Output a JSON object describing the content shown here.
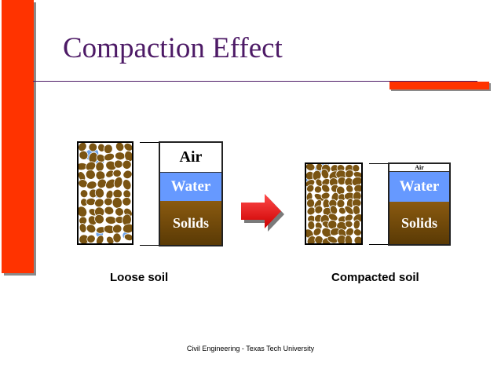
{
  "slide": {
    "title": "Compaction Effect",
    "footer": "Civil Engineering - Texas Tech University"
  },
  "loose": {
    "caption": "Loose soil",
    "air_label": "Air",
    "water_label": "Water",
    "solids_label": "Solids"
  },
  "compacted": {
    "caption": "Compacted soil",
    "air_label": "Air",
    "water_label": "Water",
    "solids_label": "Solids"
  },
  "colors": {
    "accent_red": "#ff3300",
    "title_purple": "#4d1a66",
    "water_blue": "#6699ff",
    "solids_brown": "#7a4a0a",
    "particle_brown": "#7a5412"
  },
  "icons": {
    "process_arrow": "right-arrow-icon"
  }
}
